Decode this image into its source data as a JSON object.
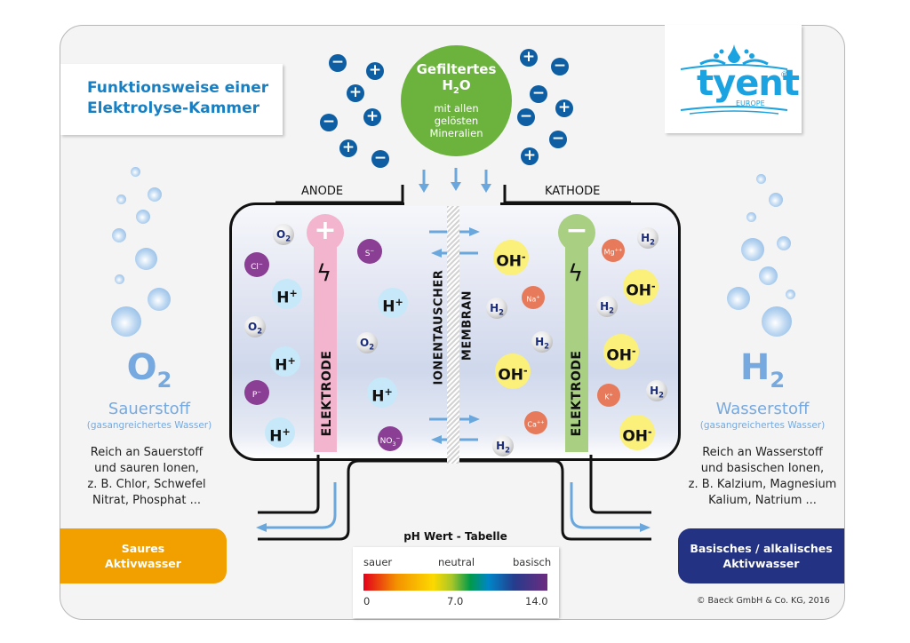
{
  "title": {
    "line1": "Funktionsweise einer",
    "line2": "Elektrolyse-Kammer"
  },
  "logo": {
    "brand": "tyent",
    "region": "EUROPE",
    "registered": "®",
    "color": "#1aa3e0"
  },
  "input_water": {
    "line1": "Gefiltertes",
    "formula_main": "H",
    "formula_sub": "2",
    "formula_tail": "O",
    "line3": "mit allen",
    "line4": "gelösten",
    "line5": "Mineralien",
    "color": "#6cb33e"
  },
  "charges": {
    "left": [
      "−",
      "+",
      "+",
      "−",
      "+",
      "+",
      "−"
    ],
    "right": [
      "+",
      "−",
      "−",
      "+",
      "−",
      "−",
      "+"
    ],
    "color": "#0d5ea3"
  },
  "anode_label": "ANODE",
  "kathode_label": "KATHODE",
  "electrodes": {
    "anode": {
      "sign": "+",
      "label": "ELEKTRODE",
      "color": "#f3b5cd",
      "lightning": "ϟ"
    },
    "kathode": {
      "sign": "−",
      "label": "ELEKTRODE",
      "color": "#a8cf82",
      "lightning": "ϟ"
    }
  },
  "membrane": {
    "label1": "IONENTAUSCHER",
    "label2": "MEMBRAN"
  },
  "ions": {
    "anode_side": [
      {
        "type": "o2",
        "label": "O",
        "sub": "2",
        "sup": ""
      },
      {
        "type": "acid",
        "label": "Cl",
        "sub": "",
        "sup": "−"
      },
      {
        "type": "hplus",
        "label": "H",
        "sub": "",
        "sup": "+"
      },
      {
        "type": "o2",
        "label": "O",
        "sub": "2",
        "sup": ""
      },
      {
        "type": "hplus",
        "label": "H",
        "sub": "",
        "sup": "+"
      },
      {
        "type": "acid",
        "label": "P",
        "sub": "",
        "sup": "−"
      },
      {
        "type": "hplus",
        "label": "H",
        "sub": "",
        "sup": "+"
      },
      {
        "type": "acid",
        "label": "S",
        "sub": "",
        "sup": "−"
      },
      {
        "type": "hplus",
        "label": "H",
        "sub": "",
        "sup": "+"
      },
      {
        "type": "o2",
        "label": "O",
        "sub": "2",
        "sup": ""
      },
      {
        "type": "hplus",
        "label": "H",
        "sub": "",
        "sup": "+"
      },
      {
        "type": "acid",
        "label": "NO",
        "sub": "3",
        "sup": "−"
      }
    ],
    "kathode_side": [
      {
        "type": "oh",
        "label": "OH",
        "sub": "",
        "sup": "-"
      },
      {
        "type": "base",
        "label": "Na",
        "sub": "",
        "sup": "+"
      },
      {
        "type": "h2",
        "label": "H",
        "sub": "2",
        "sup": ""
      },
      {
        "type": "h2",
        "label": "H",
        "sub": "2",
        "sup": ""
      },
      {
        "type": "oh",
        "label": "OH",
        "sub": "",
        "sup": "-"
      },
      {
        "type": "base",
        "label": "Ca",
        "sub": "",
        "sup": "++"
      },
      {
        "type": "h2",
        "label": "H",
        "sub": "2",
        "sup": ""
      },
      {
        "type": "base",
        "label": "Mg",
        "sub": "",
        "sup": "++"
      },
      {
        "type": "h2",
        "label": "H",
        "sub": "2",
        "sup": ""
      },
      {
        "type": "oh",
        "label": "OH",
        "sub": "",
        "sup": "-"
      },
      {
        "type": "h2",
        "label": "H",
        "sub": "2",
        "sup": ""
      },
      {
        "type": "oh",
        "label": "OH",
        "sub": "",
        "sup": "-"
      },
      {
        "type": "base",
        "label": "K",
        "sub": "",
        "sup": "+"
      },
      {
        "type": "h2",
        "label": "H",
        "sub": "2",
        "sup": ""
      },
      {
        "type": "oh",
        "label": "OH",
        "sub": "",
        "sup": "-"
      }
    ]
  },
  "left_gas": {
    "symbol": "O",
    "symbol_sub": "2",
    "name": "Sauerstoff",
    "subtitle": "(gasangreichertes Wasser)",
    "desc": [
      "Reich an Sauerstoff",
      "und sauren Ionen,",
      "z. B. Chlor, Schwefel",
      "Nitrat, Phosphat ..."
    ]
  },
  "right_gas": {
    "symbol": "H",
    "symbol_sub": "2",
    "name": "Wasserstoff",
    "subtitle": "(gasangreichertes Wasser)",
    "desc": [
      "Reich an Wasserstoff",
      "und basischen Ionen,",
      "z. B. Kalzium, Magnesium",
      "Kalium, Natrium ..."
    ]
  },
  "outputs": {
    "left": {
      "line1": "Saures",
      "line2": "Aktivwasser",
      "color": "#f29f00"
    },
    "right": {
      "line1": "Basisches / alkalisches",
      "line2": "Aktivwasser",
      "color": "#233282"
    }
  },
  "ph_table": {
    "title": "pH Wert - Tabelle",
    "labels": [
      "sauer",
      "neutral",
      "basisch"
    ],
    "ticks": [
      "0",
      "7.0",
      "14.0"
    ]
  },
  "copyright": "© Baeck GmbH & Co. KG, 2016",
  "colors": {
    "arrow": "#6aa7dc",
    "title": "#1a7fc1",
    "gas_text": "#76a9df"
  }
}
